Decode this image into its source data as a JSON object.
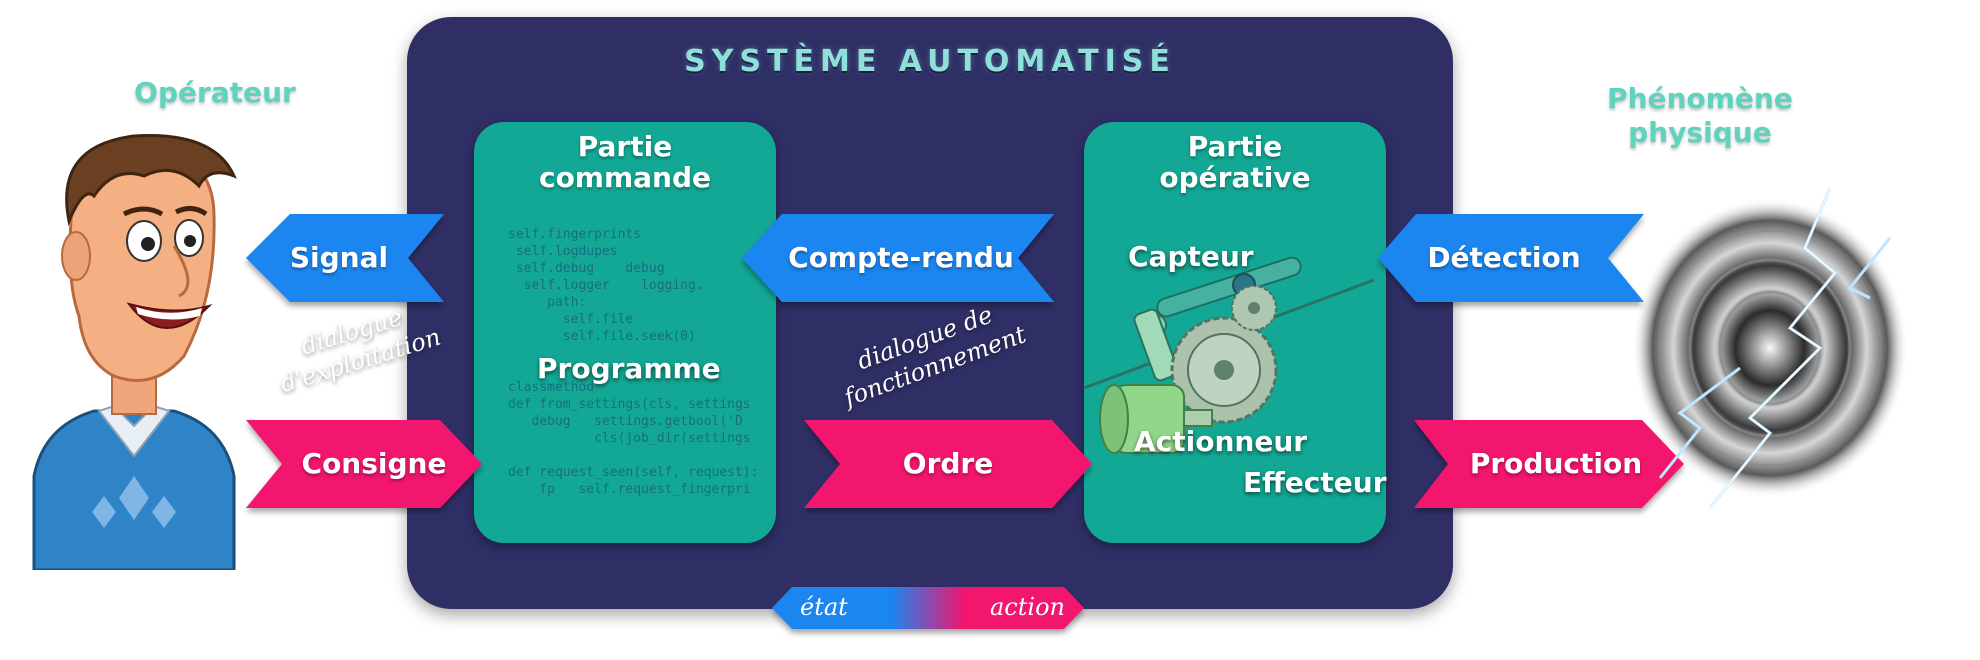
{
  "system": {
    "title": "SYSTÈME AUTOMATISÉ"
  },
  "operator": {
    "title": "Opérateur"
  },
  "phenomenon": {
    "title_line1": "Phénomène",
    "title_line2": "physique"
  },
  "command_part": {
    "title_line1": "Partie",
    "title_line2": "commande",
    "program_label": "Programme",
    "code_lines": [
      "self.fingerprints",
      " self.logdupes",
      " self.debug    debug",
      "  self.logger    logging.",
      "     path:",
      "       self.file",
      "       self.file.seek(0)",
      "",
      "",
      "classmethod",
      "def from_settings(cls, settings",
      "   debug   settings.getbool('D",
      "           cls(job_dir(settings",
      "",
      "def request_seen(self, request):",
      "    fp   self.request_fingerpri"
    ]
  },
  "operative_part": {
    "title_line1": "Partie",
    "title_line2": "opérative",
    "sensor_label": "Capteur",
    "actuator_label": "Actionneur",
    "effector_label": "Effecteur"
  },
  "arrows": {
    "signal": "Signal",
    "consigne": "Consigne",
    "compte_rendu": "Compte-rendu",
    "ordre": "Ordre",
    "detection": "Détection",
    "production": "Production"
  },
  "dialogues": {
    "exploitation_line1": "dialogue",
    "exploitation_line2": "d'exploitation",
    "fonctionnement_line1": "dialogue de",
    "fonctionnement_line2": "fonctionnement"
  },
  "legend": {
    "state": "état",
    "action": "action"
  },
  "colors": {
    "panel": "#2f2f66",
    "part": "#13a895",
    "state_arrow": "#1a86f0",
    "action_arrow": "#f2146e",
    "title_teal": "#5fd3bd"
  }
}
